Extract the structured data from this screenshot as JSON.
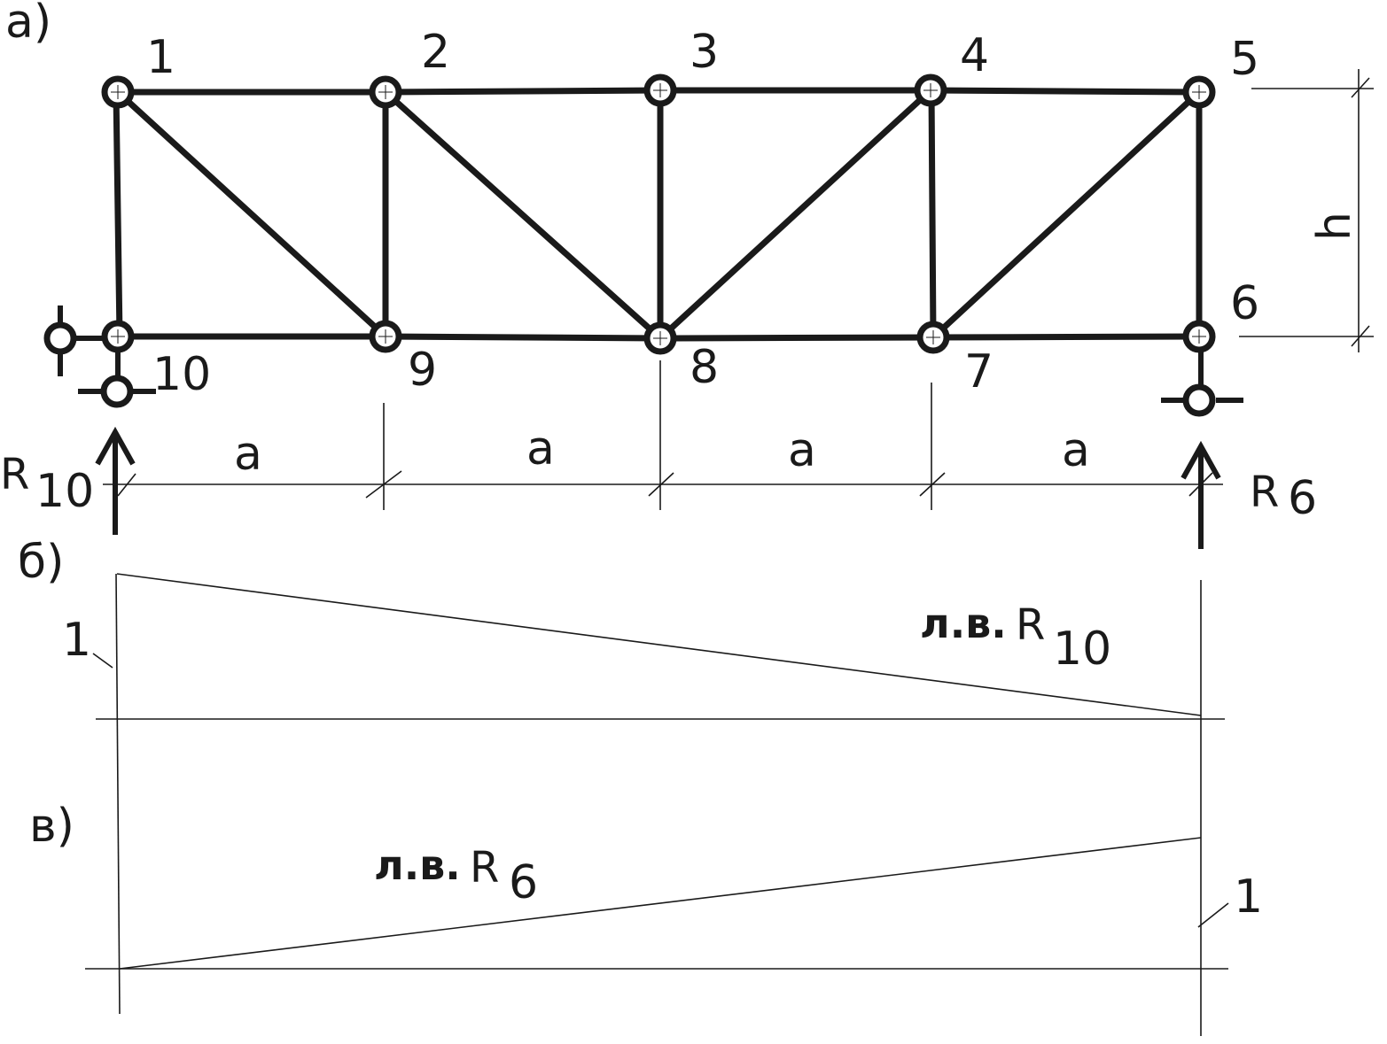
{
  "figure": {
    "part_labels": {
      "a": "а)",
      "b": "б)",
      "c": "в)"
    },
    "node_labels": [
      "1",
      "2",
      "3",
      "4",
      "5",
      "6",
      "7",
      "8",
      "9",
      "10"
    ],
    "span_label": "a",
    "height_label": "h",
    "reactions": {
      "left": {
        "symbol": "R",
        "index": "10"
      },
      "right": {
        "symbol": "R",
        "index": "6"
      }
    },
    "influence_lines": {
      "R10": {
        "prefix": "л.в.",
        "symbol": "R",
        "index": "10",
        "ordinate": "1"
      },
      "R6": {
        "prefix": "л.в.",
        "symbol": "R",
        "index": "6",
        "ordinate": "1"
      }
    }
  },
  "colors": {
    "ink": "#1a1a1a",
    "background": "#ffffff"
  }
}
